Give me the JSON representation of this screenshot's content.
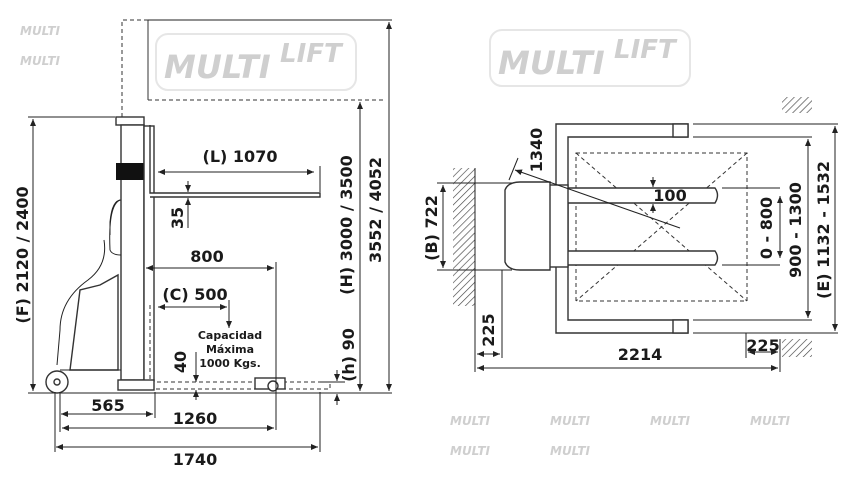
{
  "watermark": {
    "brand_a": "MULTI",
    "brand_b": "LIFT"
  },
  "side_view": {
    "overall_height": "(F) 2120 / 2400",
    "lift_height": "(H) 3000 / 3500",
    "max_height": "3552 / 4052",
    "fork_length": "(L) 1070",
    "fork_thickness": "35",
    "distance_800": "800",
    "load_center": "(C) 500",
    "capacity_line1": "Capacidad",
    "capacity_line2": "Máxima",
    "capacity_line3": "1000 Kgs.",
    "leg_height": "40",
    "lowered_height": "(h) 90",
    "dim_565": "565",
    "dim_1260": "1260",
    "overall_length": "1740"
  },
  "top_view": {
    "turning_radius": "1340",
    "width_b": "(B) 722",
    "fork_width": "100",
    "fork_spread": "0 - 800",
    "inner_width": "900 - 1300",
    "outer_width": "(E) 1132 - 1532",
    "clearance_left": "225",
    "clearance_right": "225",
    "aisle_length": "2214"
  }
}
